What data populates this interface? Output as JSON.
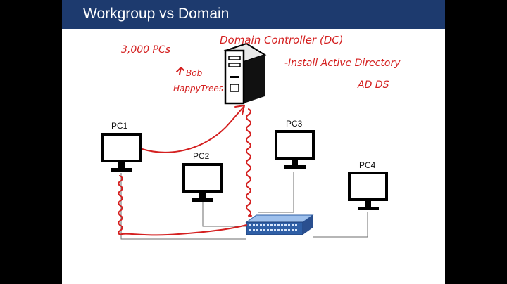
{
  "slide": {
    "title": "Workgroup vs Domain"
  },
  "diagram": {
    "pcs": [
      {
        "label": "PC1"
      },
      {
        "label": "PC2"
      },
      {
        "label": "PC3"
      },
      {
        "label": "PC4"
      }
    ],
    "annotations": {
      "pc_count": "3,000 PCs",
      "controller_title": "Domain Controller (DC)",
      "install_note": "-Install Active Directory",
      "ad_ds": "AD DS",
      "user_line1": "Bob",
      "user_line2": "HappyTrees"
    }
  },
  "colors": {
    "title_bar": "#1d3a6e",
    "ink": "#d42020",
    "switch": "#2f5fa6",
    "wire": "#707070"
  }
}
